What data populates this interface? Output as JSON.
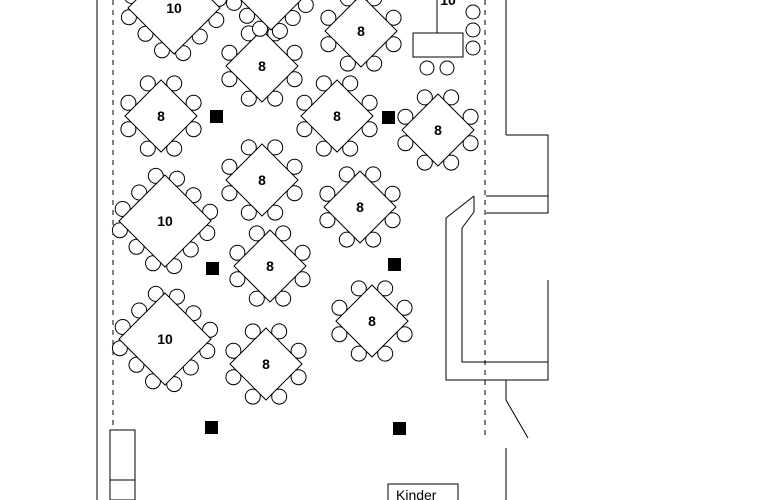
{
  "tables": [
    {
      "id": "t1",
      "seats": "10"
    },
    {
      "id": "t2",
      "seats": "8"
    },
    {
      "id": "t3",
      "seats": "8"
    },
    {
      "id": "t4",
      "seats": "10"
    },
    {
      "id": "t5",
      "seats": "8"
    },
    {
      "id": "t6",
      "seats": "8"
    },
    {
      "id": "t7",
      "seats": "8"
    },
    {
      "id": "t8",
      "seats": "8"
    },
    {
      "id": "t9",
      "seats": "10"
    },
    {
      "id": "t10",
      "seats": "8"
    },
    {
      "id": "t11",
      "seats": "8"
    },
    {
      "id": "t12",
      "seats": "8"
    },
    {
      "id": "t13",
      "seats": "10"
    },
    {
      "id": "t14",
      "seats": "8"
    },
    {
      "id": "t15",
      "seats": "8"
    }
  ],
  "area_label": "Kinder"
}
